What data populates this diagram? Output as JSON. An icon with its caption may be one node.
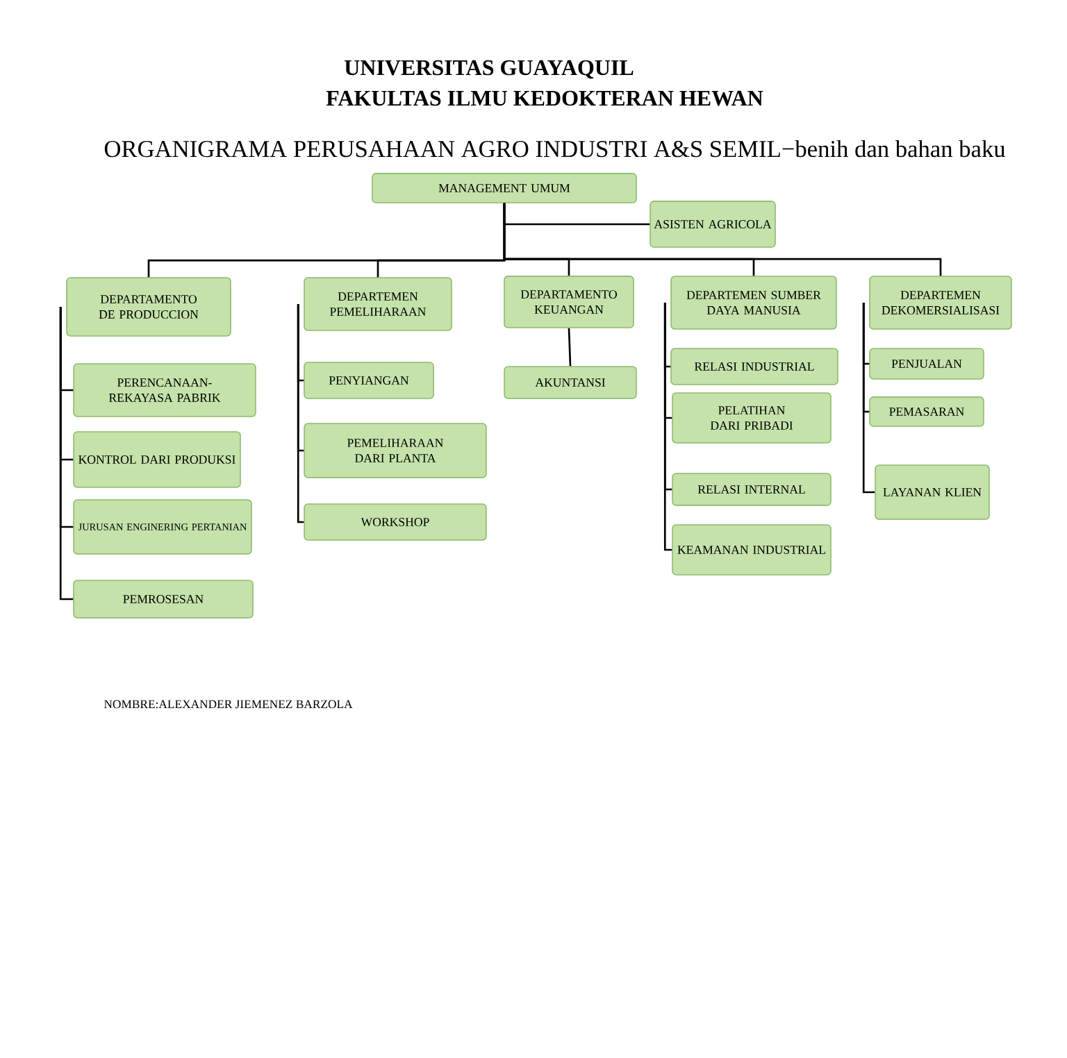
{
  "diagram": {
    "title": "ORGANIGRAMA PERUSAHAAN AGRO INDUSTRI A&S SEMIL−benih dan bahan baku",
    "nodes": [
      {
        "text": [
          "MANAGEMENT UMUM"
        ]
      },
      {
        "text": [
          "ASISTEN AGRICOLA"
        ]
      },
      {
        "text": [
          "DEPARTAMENTO DE PRODUCCION"
        ]
      },
      {
        "text": [
          "PERENCANAAN- REKAYASA PABRIK"
        ]
      },
      {
        "text": [
          "KONTROL DARI PRODUKSI"
        ]
      },
      {
        "text": [
          "JURUSAN ENGINERING PERTANIAN"
        ]
      },
      {
        "text": [
          "PEMROSESAN"
        ]
      },
      {
        "text": [
          "DEPARTEMEN PEMELIHARAAN"
        ]
      },
      {
        "text": [
          "PENYIANGAN"
        ]
      },
      {
        "text": [
          "PEMELIHARAAN DARI PLANTA"
        ]
      },
      {
        "text": [
          "WORKSHOP"
        ]
      },
      {
        "text": [
          "DEPARTAMENTO KEUANGAN"
        ]
      },
      {
        "text": [
          "AKUNTANSI"
        ]
      },
      {
        "text": [
          "DEPARTEMEN SUMBER DAYA MANUSIA"
        ]
      },
      {
        "text": [
          "RELASI INDUSTRIAL"
        ]
      },
      {
        "text": [
          "PELATIHAN DARI PRIBADI"
        ]
      },
      {
        "text": [
          "RELASI INTERNAL"
        ]
      },
      {
        "text": [
          "KEAMANAN INDUSTRIAL"
        ]
      },
      {
        "text": [
          "DEPARTEMEN DEKOMERSIALISASI"
        ]
      },
      {
        "text": [
          "PENJUALAN"
        ]
      },
      {
        "text": [
          "PEMASARAN"
        ]
      },
      {
        "text": [
          "LAYANAN KLIEN"
        ]
      }
    ],
    "edges": [
      {
        "from": 0,
        "to": 1,
        "arrow": "none"
      },
      {
        "from": 0,
        "to": 2,
        "arrow": "none"
      },
      {
        "from": 0,
        "to": 7,
        "arrow": "none"
      },
      {
        "from": 0,
        "to": 11,
        "arrow": "none"
      },
      {
        "from": 0,
        "to": 13,
        "arrow": "none"
      },
      {
        "from": 0,
        "to": 18,
        "arrow": "none"
      },
      {
        "from": 2,
        "to": 3,
        "arrow": "none"
      },
      {
        "from": 2,
        "to": 4,
        "arrow": "none"
      },
      {
        "from": 2,
        "to": 5,
        "arrow": "none"
      },
      {
        "from": 2,
        "to": 6,
        "arrow": "none"
      },
      {
        "from": 7,
        "to": 8,
        "arrow": "none"
      },
      {
        "from": 7,
        "to": 9,
        "arrow": "none"
      },
      {
        "from": 7,
        "to": 10,
        "arrow": "none"
      },
      {
        "from": 11,
        "to": 12,
        "arrow": "none"
      },
      {
        "from": 13,
        "to": 14,
        "arrow": "none"
      },
      {
        "from": 13,
        "to": 15,
        "arrow": "none"
      },
      {
        "from": 13,
        "to": 16,
        "arrow": "none"
      },
      {
        "from": 13,
        "to": 17,
        "arrow": "none"
      },
      {
        "from": 18,
        "to": 19,
        "arrow": "none"
      },
      {
        "from": 18,
        "to": 20,
        "arrow": "none"
      },
      {
        "from": 18,
        "to": 21,
        "arrow": "none"
      }
    ],
    "labels": [
      "UNIVERSITAS GUAYAQUIL",
      "FAKULTAS ILMU KEDOKTERAN HEWAN",
      "NOMBRE:ALEXANDER JIEMENEZ BARZOLA"
    ]
  }
}
